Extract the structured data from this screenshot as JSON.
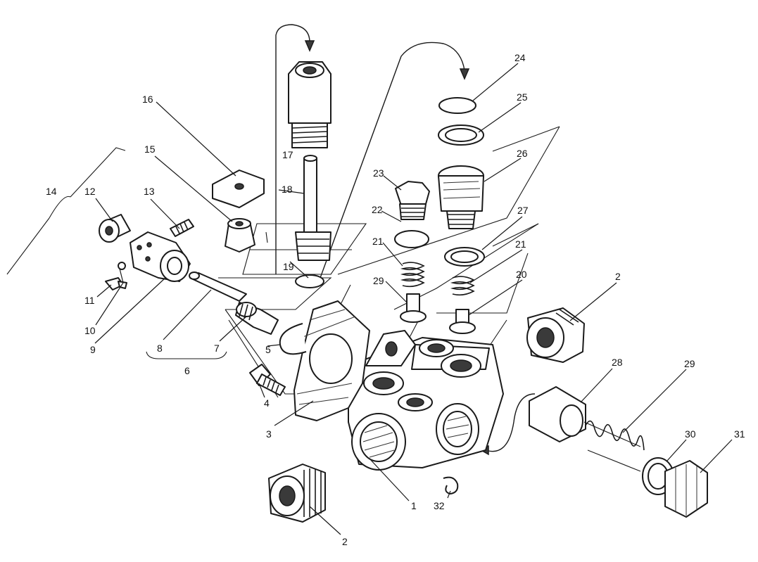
{
  "callouts": [
    {
      "id": "c1",
      "text": "1"
    },
    {
      "id": "c2a",
      "text": "2"
    },
    {
      "id": "c2b",
      "text": "2"
    },
    {
      "id": "c3",
      "text": "3"
    },
    {
      "id": "c4",
      "text": "4"
    },
    {
      "id": "c5",
      "text": "5"
    },
    {
      "id": "c6",
      "text": "6"
    },
    {
      "id": "c7",
      "text": "7"
    },
    {
      "id": "c8",
      "text": "8"
    },
    {
      "id": "c9",
      "text": "9"
    },
    {
      "id": "c10",
      "text": "10"
    },
    {
      "id": "c11",
      "text": "11"
    },
    {
      "id": "c12",
      "text": "12"
    },
    {
      "id": "c13",
      "text": "13"
    },
    {
      "id": "c14",
      "text": "14"
    },
    {
      "id": "c15",
      "text": "15"
    },
    {
      "id": "c16",
      "text": "16"
    },
    {
      "id": "c17",
      "text": "17"
    },
    {
      "id": "c18",
      "text": "18"
    },
    {
      "id": "c19",
      "text": "19"
    },
    {
      "id": "c20",
      "text": "20"
    },
    {
      "id": "c21a",
      "text": "21"
    },
    {
      "id": "c21b",
      "text": "21"
    },
    {
      "id": "c22",
      "text": "22"
    },
    {
      "id": "c23",
      "text": "23"
    },
    {
      "id": "c24",
      "text": "24"
    },
    {
      "id": "c25",
      "text": "25"
    },
    {
      "id": "c26",
      "text": "26"
    },
    {
      "id": "c27",
      "text": "27"
    },
    {
      "id": "c28",
      "text": "28"
    },
    {
      "id": "c29a",
      "text": "29"
    },
    {
      "id": "c29b",
      "text": "29"
    },
    {
      "id": "c30",
      "text": "30"
    },
    {
      "id": "c31",
      "text": "31"
    },
    {
      "id": "c32",
      "text": "32"
    }
  ]
}
